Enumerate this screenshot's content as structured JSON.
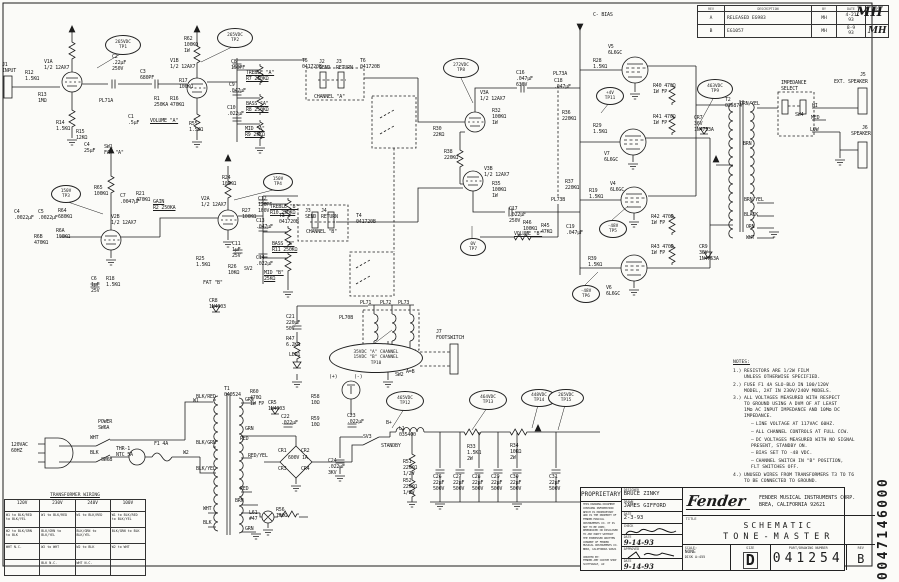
{
  "sheet": {
    "vertical_number": "0047146000",
    "corner_initials": "MH"
  },
  "rev_table": {
    "headers": [
      "REV",
      "DESCRIPTION",
      "BY",
      "DATE",
      "APP"
    ],
    "rows": [
      [
        "A",
        "RELEASED EG983",
        "MH",
        "4-21\n93",
        ""
      ],
      [
        "B",
        "EG1057",
        "MH",
        "8-9\n93",
        "MH"
      ]
    ]
  },
  "notes": {
    "title": "NOTES:",
    "items": [
      {
        "n": "1.)",
        "t": "RESISTORS ARE 1/2W FILM\nUNLESS OTHERWISE SPECIFIED.",
        "subs": []
      },
      {
        "n": "2.)",
        "t": "FUSE F1 4A SLO-BLO IN 100/120V\nMODEL, 2AT IN 230V/240V MODELS.",
        "subs": []
      },
      {
        "n": "3.)",
        "t": "ALL VOLTAGES MEASURED WITH RESPECT\nTO GROUND USING A DVM OF AT LEAST\n1MΩ AC INPUT IMPEDANCE AND 10MΩ DC\nIMPEDANCE.",
        "subs": [
          "LINE VOLTAGE AT 117VAC 60HZ.",
          "ALL CHANNEL CONTROLS AT FULL CCW.",
          "DC VOLTAGES MEASURED WITH NO SIGNAL\nPRESENT, STANDBY ON.",
          "BIAS SET TO -48 VDC.",
          "CHANNEL SWITCH IN \"B\" POSITION,\nFLT SWITCHES OFF."
        ]
      },
      {
        "n": "4.)",
        "t": "UNUSED WIRES FROM TRANSFORMERS T3 TO T6\nTO BE CONNECTED TO GROUND.",
        "subs": []
      }
    ]
  },
  "transformer_table": {
    "title": "TRANSFORMER WIRING",
    "headers": [
      "120V",
      "230V",
      "240V",
      "100V"
    ],
    "rows": [
      [
        "W1 to BLK/RED\nto BLK/YEL",
        "W1 to BLK/RED",
        "W1 to BLK/RED",
        "W1 to BLK/RED\nto BLK/YEL"
      ],
      [
        "W2 to BLK/GRN\nto BLK",
        "BLK/GRN to BLK/YEL",
        "BLK/GRN to BLK/YEL",
        "BLK/GRN to BLK"
      ],
      [
        "WHT N.C.",
        "W2 to WHT",
        "W2 to BLK",
        "W2 to WHT"
      ],
      [
        "",
        "BLK N.C.",
        "WHT N.C.",
        ""
      ]
    ]
  },
  "title_block": {
    "proprietary": "PROPRIETARY",
    "fine_print": "THIS DRAWING DOCUMENT CONTAINS INFORMATION WHICH IS PROPRIETARY AND IS THE PROPERTY OF FENDER MUSICAL INSTRUMENTS CO. IT IS NOT TO BE USED, REPRODUCED OR DISCLOSED TO ANY PARTY WITHOUT THE EXPRESSED WRITTEN CONSENT OF FENDER MUSICAL INSTRUMENTS CO.\nBREA, CALIFORNIA 92621\n\nCREATED BY:\nFENDER AMP CUSTOM SHOP\nSCOTTSDALE, AZ",
    "designer_label": "DESIGNER",
    "designer": "BRUCE ZINKY",
    "drawn_label": "DRAWN",
    "drawn": "JAMES GIFFORD",
    "date1_label": "DATE",
    "date1": "2-3-93",
    "check_label": "CHECK",
    "date2_label": "DATE",
    "date2": "9-14-93",
    "approved_label": "APPROVED",
    "date3_label": "DATE",
    "date3": "9-14-93",
    "logo": "Fender",
    "company": "FENDER MUSICAL INSTRUMENTS CORP.\nBREA, CALIFORNIA 92621",
    "title_label": "TITLE",
    "title1": "SCHEMATIC",
    "title2": "TONE-MASTER",
    "scale_label": "SCALE:",
    "scale": "NONE",
    "disk": "DISK A:455",
    "size_label": "SIZE",
    "size": "D",
    "part_label": "PART/DRAWING NUMBER",
    "part": "041254",
    "rev_label": "REV",
    "rev": "B"
  },
  "schematic": {
    "ink": "#1c1c1c",
    "ovals": [
      [
        122,
        44,
        17,
        9,
        "265VDC\nTP1"
      ],
      [
        234,
        37,
        17,
        9,
        "265VDC\nTP2"
      ],
      [
        65,
        193,
        14,
        8,
        "150V\nTP3"
      ],
      [
        277,
        181,
        14,
        8,
        "150V\nTP4"
      ],
      [
        460,
        67,
        17,
        9,
        "272VDC\nTP8"
      ],
      [
        609,
        95,
        13,
        8,
        "+4V\nTP11"
      ],
      [
        714,
        88,
        17,
        9,
        "463VDC\nTP9"
      ],
      [
        612,
        228,
        13,
        8,
        "-48V\nTP5"
      ],
      [
        585,
        293,
        13,
        8,
        "-48V\nTP6"
      ],
      [
        472,
        246,
        12,
        8,
        "0V\nTP7"
      ],
      [
        375,
        357,
        46,
        14,
        "35VDC \"A\" CHANNEL\n15VDC \"B\" CHANNEL\nTP10"
      ],
      [
        404,
        400,
        18,
        9,
        "465VDC\nTP12"
      ],
      [
        487,
        399,
        18,
        9,
        "464VDC\nTP13"
      ],
      [
        538,
        397,
        17,
        8,
        "448VDC\nTP14"
      ],
      [
        565,
        397,
        17,
        8,
        "265VDC\nTP15"
      ]
    ],
    "labels": [
      [
        2,
        63,
        "J1\nINPUT"
      ],
      [
        25,
        71,
        "R12\n1.5KΩ"
      ],
      [
        38,
        93,
        "R13\n1MΩ"
      ],
      [
        44,
        60,
        "V1A\n1/2 12AX7"
      ],
      [
        112,
        55,
        "C2\n.22µF\n250V"
      ],
      [
        140,
        70,
        "C3\n680PF"
      ],
      [
        154,
        97,
        "R1\n250KA"
      ],
      [
        150,
        119,
        "VOLUME \"A\"",
        "u"
      ],
      [
        170,
        97,
        "R16\n470KΩ"
      ],
      [
        128,
        115,
        "C1\n.5µF"
      ],
      [
        56,
        121,
        "R14\n1.5KΩ"
      ],
      [
        76,
        130,
        "R15\n12KΩ"
      ],
      [
        84,
        143,
        "C4\n25µF"
      ],
      [
        104,
        145,
        "SW1\nFAT \"A\""
      ],
      [
        99,
        99,
        "PL71A"
      ],
      [
        184,
        37,
        "R62\n100KΩ\n1W"
      ],
      [
        170,
        59,
        "V1B\n1/2 12AX7"
      ],
      [
        231,
        60,
        "C8\n150PF"
      ],
      [
        179,
        79,
        "R17\n100KΩ"
      ],
      [
        246,
        71,
        "TREBLE \"A\"\nR7 250KΩ",
        "u"
      ],
      [
        229,
        83,
        "C9\n.047µF"
      ],
      [
        246,
        102,
        "BASS \"A\"\nR8 250KΩ",
        "u"
      ],
      [
        227,
        106,
        "C10\n.022µF"
      ],
      [
        245,
        127,
        "MID \"A\"\nR9 25KΩ",
        "u"
      ],
      [
        189,
        122,
        "R55\n1.5KΩ"
      ],
      [
        302,
        59,
        "T5\n041720B"
      ],
      [
        319,
        60,
        "J2\nSEND"
      ],
      [
        336,
        60,
        "J3\nRETURN"
      ],
      [
        314,
        95,
        "CHANNEL \"A\""
      ],
      [
        360,
        59,
        "T6\n041720B"
      ],
      [
        94,
        186,
        "R65\n100KΩ"
      ],
      [
        120,
        194,
        "C7\n.0047µF"
      ],
      [
        136,
        192,
        "R21\n470KΩ"
      ],
      [
        153,
        200,
        "GAIN\nR2 250KA",
        "u"
      ],
      [
        111,
        215,
        "V2B\n1/2 12AX7"
      ],
      [
        14,
        210,
        "C4\n.0022µF"
      ],
      [
        38,
        210,
        "C5\n.0022µF"
      ],
      [
        58,
        209,
        "R64\n680KΩ"
      ],
      [
        56,
        229,
        "R6A\n100KΩ"
      ],
      [
        34,
        235,
        "R6B\n470KΩ"
      ],
      [
        91,
        277,
        "C6\n1µF\n25V"
      ],
      [
        106,
        277,
        "R18\n1.5KΩ"
      ],
      [
        201,
        197,
        "V2A\n1/2 12AX7"
      ],
      [
        222,
        176,
        "R24\n100KΩ"
      ],
      [
        258,
        197,
        "C12\n120PF\n100V"
      ],
      [
        270,
        205,
        "TREBLE \"B\"\nR10 250KΩ",
        "u"
      ],
      [
        242,
        209,
        "R27\n100KΩ"
      ],
      [
        256,
        219,
        "C13\n.047µF"
      ],
      [
        272,
        242,
        "BASS \"B\"\nR11 250KΩ",
        "u"
      ],
      [
        256,
        256,
        "C14\n.022µF"
      ],
      [
        264,
        271,
        "MID \"B\"\n25KΩ",
        "u"
      ],
      [
        196,
        257,
        "R25\n1.5KΩ"
      ],
      [
        232,
        242,
        "C11\n1µF\n25V"
      ],
      [
        228,
        265,
        "R26\n10KΩ"
      ],
      [
        244,
        267,
        "SV2"
      ],
      [
        203,
        281,
        "FAT \"B\""
      ],
      [
        279,
        214,
        "T3\n041720B"
      ],
      [
        305,
        209,
        "J3\nSEND"
      ],
      [
        321,
        209,
        "J4\nRETURN"
      ],
      [
        306,
        230,
        "CHANNEL \"B\""
      ],
      [
        356,
        214,
        "T4\n041720B"
      ],
      [
        209,
        299,
        "CR8\n1N4003"
      ],
      [
        480,
        91,
        "V3A\n1/2 12AX7"
      ],
      [
        516,
        71,
        "C16\n.047µF\n630V"
      ],
      [
        553,
        72,
        "PL73A"
      ],
      [
        492,
        109,
        "R32\n100KΩ\n1W"
      ],
      [
        433,
        127,
        "R30\n22KΩ"
      ],
      [
        444,
        150,
        "R38\n220KΩ"
      ],
      [
        484,
        167,
        "V3B\n1/2 12AX7"
      ],
      [
        492,
        182,
        "R35\n100KΩ\n1W"
      ],
      [
        554,
        79,
        "C18\n.047µF"
      ],
      [
        562,
        111,
        "R36\n220KΩ"
      ],
      [
        593,
        59,
        "R28\n1.5KΩ"
      ],
      [
        593,
        124,
        "R29\n1.5KΩ"
      ],
      [
        565,
        180,
        "R37\n220KΩ"
      ],
      [
        509,
        207,
        "C17\n.022µF\n250V"
      ],
      [
        523,
        221,
        "R46\n100KΩ"
      ],
      [
        541,
        224,
        "R45\n47KΩ"
      ],
      [
        566,
        225,
        "C19\n.047µF"
      ],
      [
        514,
        232,
        "VOLUME \"B\"",
        "u"
      ],
      [
        551,
        198,
        "PL73B"
      ],
      [
        593,
        13,
        "C- BIAS"
      ],
      [
        608,
        45,
        "V5\n6L6GC"
      ],
      [
        653,
        84,
        "R40 470Ω\n1W FP"
      ],
      [
        653,
        115,
        "R41 470Ω\n1W FP"
      ],
      [
        604,
        152,
        "V7\n6L6GC"
      ],
      [
        694,
        116,
        "CR7\n36V\n1N4753A"
      ],
      [
        610,
        182,
        "V4\n6L6GC"
      ],
      [
        651,
        215,
        "R42 470Ω\n1W FP"
      ],
      [
        651,
        245,
        "R43 470Ω\n1W FP"
      ],
      [
        606,
        286,
        "V6\n6L6GC"
      ],
      [
        589,
        189,
        "R19\n1.5KΩ"
      ],
      [
        588,
        257,
        "R39\n1.5KΩ"
      ],
      [
        699,
        245,
        "CR9\n36V\n1N4753A"
      ],
      [
        725,
        98,
        "T2\n025874"
      ],
      [
        740,
        102,
        "ORN/YEL"
      ],
      [
        743,
        142,
        "BRN"
      ],
      [
        744,
        198,
        "BRN/YEL"
      ],
      [
        744,
        213,
        "BLACK"
      ],
      [
        746,
        225,
        "ORN"
      ],
      [
        746,
        236,
        "WHT"
      ],
      [
        781,
        81,
        "IMPEDANCE\nSELECT"
      ],
      [
        795,
        113,
        "SW4"
      ],
      [
        812,
        104,
        "HI"
      ],
      [
        811,
        116,
        "MED"
      ],
      [
        810,
        128,
        "LOW"
      ],
      [
        834,
        80,
        "EXT. SPEAKER"
      ],
      [
        860,
        73,
        "J5"
      ],
      [
        851,
        132,
        "SPEAKER"
      ],
      [
        862,
        126,
        "J6"
      ],
      [
        286,
        315,
        "C21\n220µF\n50V"
      ],
      [
        339,
        316,
        "PL70B"
      ],
      [
        286,
        337,
        "R47\n6.2KΩ"
      ],
      [
        289,
        353,
        "LED1"
      ],
      [
        360,
        301,
        "PL71"
      ],
      [
        380,
        301,
        "PL72"
      ],
      [
        398,
        301,
        "PL73"
      ],
      [
        372,
        359,
        "R48\n6.8KΩ"
      ],
      [
        395,
        373,
        "SW2"
      ],
      [
        406,
        370,
        "A=B"
      ],
      [
        436,
        330,
        "J7\nFOOTSWITCH"
      ],
      [
        329,
        375,
        "(+)"
      ],
      [
        354,
        375,
        "(-)"
      ],
      [
        386,
        421,
        "B+"
      ],
      [
        399,
        427,
        "L1\n035400"
      ],
      [
        363,
        435,
        "SV3"
      ],
      [
        381,
        444,
        "STANDBY"
      ],
      [
        328,
        459,
        "C24\n.022µF\n3KV"
      ],
      [
        403,
        460,
        "R51\n220KΩ\n1/2W"
      ],
      [
        403,
        479,
        "R52\n220KΩ\n1/2W"
      ],
      [
        467,
        445,
        "R33\n1.5KΩ\n2W"
      ],
      [
        510,
        444,
        "R34\n10KΩ\n2W"
      ],
      [
        433,
        475,
        "C26\n22µF\n500V"
      ],
      [
        453,
        475,
        "C27\n22µF\n500V"
      ],
      [
        472,
        475,
        "C28\n22µF\n500V"
      ],
      [
        491,
        475,
        "C29\n22µF\n500V"
      ],
      [
        510,
        475,
        "C30\n22µF\n500V"
      ],
      [
        549,
        475,
        "C31\n22µF\n500V"
      ],
      [
        11,
        443,
        "120VAC\n60HZ"
      ],
      [
        98,
        420,
        "POWER\nSW6A"
      ],
      [
        90,
        436,
        "WHT"
      ],
      [
        90,
        451,
        "BLK"
      ],
      [
        101,
        458,
        "SW6B"
      ],
      [
        116,
        447,
        "THR-1\nNTC 5A"
      ],
      [
        154,
        442,
        "F1 4A"
      ],
      [
        193,
        399,
        "W1"
      ],
      [
        183,
        451,
        "W2"
      ],
      [
        224,
        387,
        "T1\n040524"
      ],
      [
        196,
        395,
        "BLK/RED"
      ],
      [
        196,
        441,
        "BLK/GRN"
      ],
      [
        196,
        467,
        "BLK/YEL"
      ],
      [
        203,
        507,
        "WHT"
      ],
      [
        203,
        521,
        "BLK"
      ],
      [
        245,
        398,
        "GRN"
      ],
      [
        245,
        427,
        "GRN"
      ],
      [
        240,
        437,
        "RED"
      ],
      [
        248,
        454,
        "RED/YEL"
      ],
      [
        240,
        487,
        "RED"
      ],
      [
        235,
        499,
        "BRN"
      ],
      [
        245,
        527,
        "GRN"
      ],
      [
        250,
        390,
        "R60\n470Ω\n1W FP"
      ],
      [
        268,
        401,
        "CR5\n1N4003"
      ],
      [
        281,
        415,
        "C22\n.022µF"
      ],
      [
        311,
        395,
        "R58\n10Ω"
      ],
      [
        311,
        417,
        "R59\n10Ω"
      ],
      [
        347,
        414,
        "C23\n.022µF"
      ],
      [
        278,
        449,
        "CR1"
      ],
      [
        301,
        449,
        "CR2"
      ],
      [
        278,
        467,
        "CR3"
      ],
      [
        301,
        467,
        "CR4"
      ],
      [
        288,
        456,
        "600V 1A"
      ],
      [
        249,
        511,
        "L61\n#47"
      ],
      [
        276,
        508,
        "R56\n100Ω"
      ]
    ]
  }
}
